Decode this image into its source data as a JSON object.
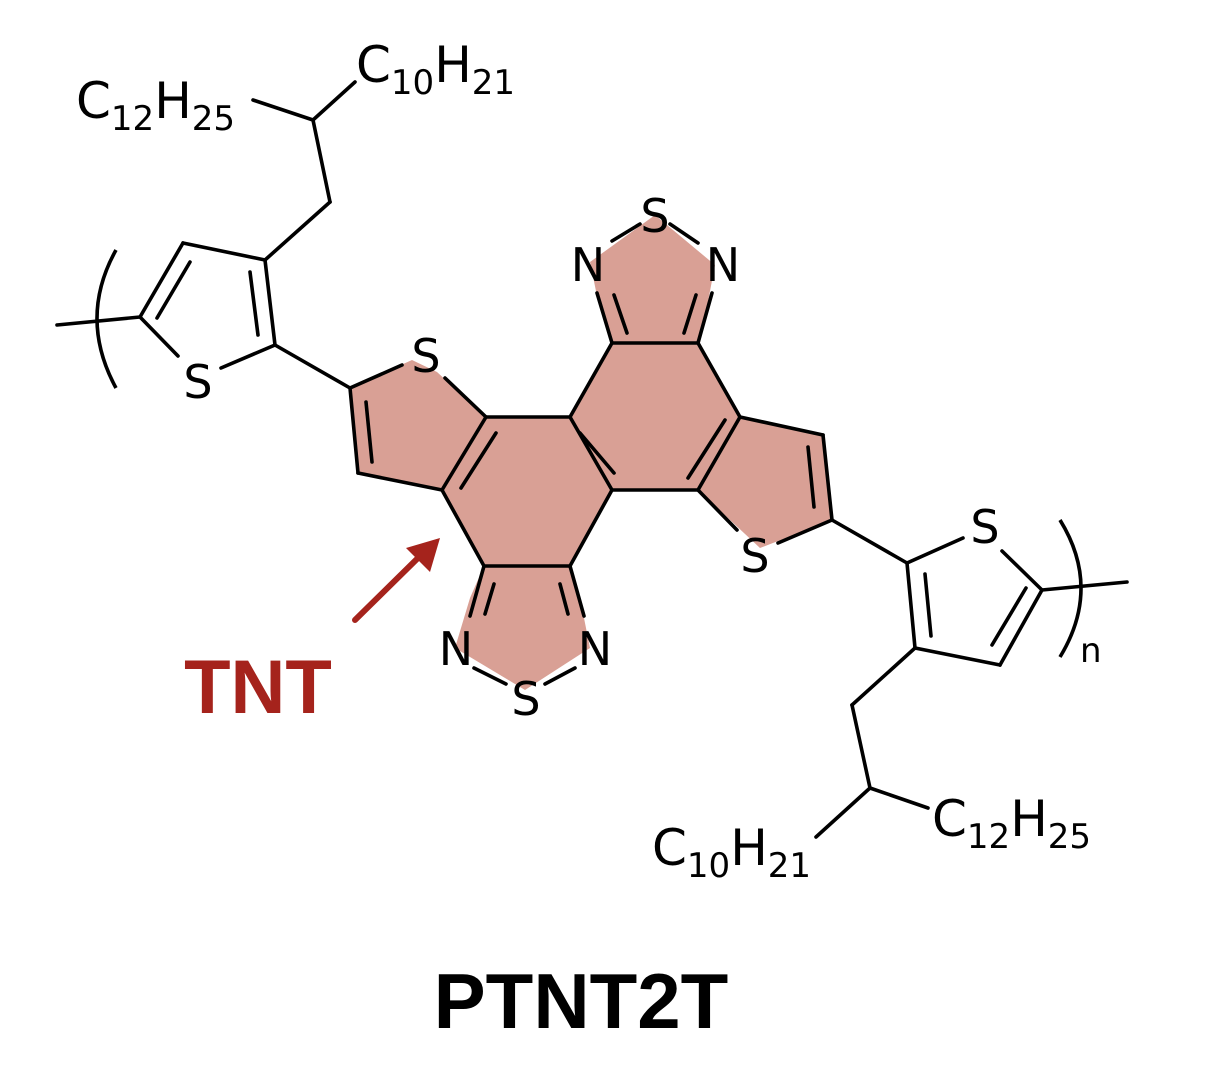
{
  "atoms": {
    "sulfur": "S",
    "nitrogen": "N"
  },
  "substituents": {
    "top_left": {
      "c1": "C",
      "c1_sub": "12",
      "h1": "H",
      "h1_sub": "25"
    },
    "top_right": {
      "c1": "C",
      "c1_sub": "10",
      "h1": "H",
      "h1_sub": "21"
    },
    "bottom_left": {
      "c1": "C",
      "c1_sub": "10",
      "h1": "H",
      "h1_sub": "21"
    },
    "bottom_right": {
      "c1": "C",
      "c1_sub": "12",
      "h1": "H",
      "h1_sub": "25"
    }
  },
  "repeat_subscript": "n",
  "core_label": "TNT",
  "polymer_name": "PTNT2T",
  "colors": {
    "core_fill": "#d9a095",
    "accent": "#a5231c",
    "line": "#000000"
  }
}
